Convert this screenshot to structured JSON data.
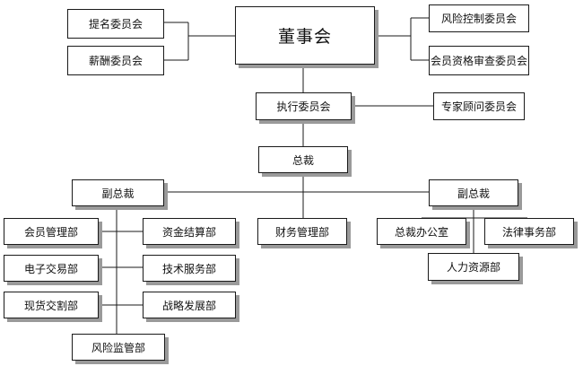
{
  "org": {
    "board": "董事会",
    "nomination": "提名委员会",
    "compensation": "薪酬委员会",
    "risk_control": "风险控制委员会",
    "membership_review": "会员资格审查委员会",
    "executive": "执行委员会",
    "expert_advisory": "专家顾问委员会",
    "president": "总裁",
    "vp_left": "副总裁",
    "vp_right": "副总裁",
    "member_mgmt": "会员管理部",
    "fund_settlement": "资金结算部",
    "e_trading": "电子交易部",
    "tech_services": "技术服务部",
    "spot_delivery": "现货交割部",
    "strategy_dev": "战略发展部",
    "risk_supervision": "风险监管部",
    "finance_mgmt": "财务管理部",
    "president_office": "总裁办公室",
    "legal_affairs": "法律事务部",
    "human_resources": "人力资源部"
  }
}
